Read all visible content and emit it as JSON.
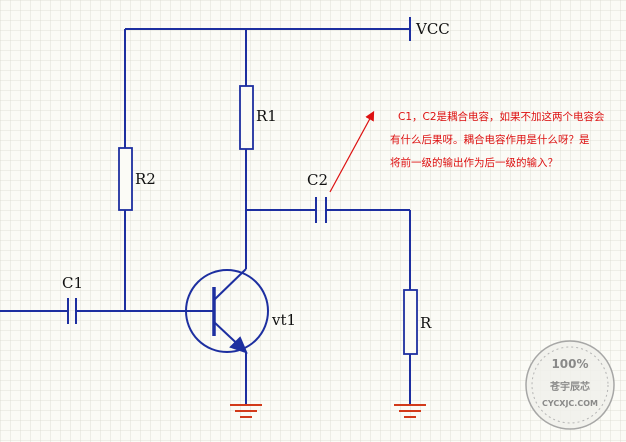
{
  "labels": {
    "vcc": "VCC",
    "r1": "R1",
    "r2": "R2",
    "c1": "C1",
    "c2": "C2",
    "r": "R",
    "vt1": "vt1"
  },
  "annotation": {
    "lines": [
      "C1，C2是耦合电容，如果不加这两个电容会",
      "有什么后果呀。耦合电容作用是什么呀？是",
      "将前一级的输出作为后一级的输入？"
    ]
  },
  "watermark": {
    "top": "100%",
    "middle": "苍宇辰芯",
    "bottom": "CYCXJC.COM"
  },
  "colors": {
    "wire": "#1d2fa0",
    "ground": "#d23a1a",
    "annotation": "#dd1111",
    "grid": "#d9d9d0"
  }
}
